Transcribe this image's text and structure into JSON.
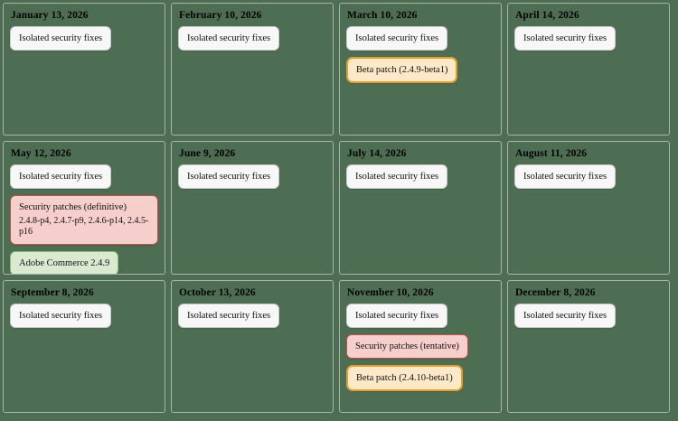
{
  "calendar": {
    "months": [
      {
        "date": "January 13, 2026",
        "badges": [
          {
            "kind": "neutral",
            "label": "Isolated security fixes"
          }
        ]
      },
      {
        "date": "February 10, 2026",
        "badges": [
          {
            "kind": "neutral",
            "label": "Isolated security fixes"
          }
        ]
      },
      {
        "date": "March 10, 2026",
        "badges": [
          {
            "kind": "neutral",
            "label": "Isolated security fixes"
          },
          {
            "kind": "beta",
            "label": "Beta patch (2.4.9-beta1)"
          }
        ]
      },
      {
        "date": "April 14, 2026",
        "badges": [
          {
            "kind": "neutral",
            "label": "Isolated security fixes"
          }
        ]
      },
      {
        "date": "May 12, 2026",
        "badges": [
          {
            "kind": "neutral",
            "label": "Isolated security fixes"
          },
          {
            "kind": "security",
            "label": "Security patches (definitive)",
            "versions": "2.4.8-p4, 2.4.7-p9, 2.4.6-p14, 2.4.5-p16"
          },
          {
            "kind": "release",
            "label": "Adobe Commerce 2.4.9"
          }
        ]
      },
      {
        "date": "June 9, 2026",
        "badges": [
          {
            "kind": "neutral",
            "label": "Isolated security fixes"
          }
        ]
      },
      {
        "date": "July 14, 2026",
        "badges": [
          {
            "kind": "neutral",
            "label": "Isolated security fixes"
          }
        ]
      },
      {
        "date": "August 11, 2026",
        "badges": [
          {
            "kind": "neutral",
            "label": "Isolated security fixes"
          }
        ]
      },
      {
        "date": "September 8, 2026",
        "badges": [
          {
            "kind": "neutral",
            "label": "Isolated security fixes"
          }
        ]
      },
      {
        "date": "October 13, 2026",
        "badges": [
          {
            "kind": "neutral",
            "label": "Isolated security fixes"
          }
        ]
      },
      {
        "date": "November 10, 2026",
        "badges": [
          {
            "kind": "neutral",
            "label": "Isolated security fixes"
          },
          {
            "kind": "security",
            "label": "Security patches (tentative)"
          },
          {
            "kind": "beta",
            "label": "Beta patch (2.4.10-beta1)"
          }
        ]
      },
      {
        "date": "December 8, 2026",
        "badges": [
          {
            "kind": "neutral",
            "label": "Isolated security fixes"
          }
        ]
      }
    ]
  },
  "colors": {
    "background": "#4e6e53",
    "card_border": "#a8b5a8",
    "neutral_badge_bg": "#f7f7f7",
    "neutral_badge_border": "#c9c9c9",
    "beta_badge_bg": "#fde9c8",
    "beta_badge_border": "#e0a030",
    "security_badge_bg": "#f6cfcd",
    "security_badge_border": "#c0504d",
    "release_badge_bg": "#d9ead0",
    "release_badge_border": "#8fbc6d",
    "date_text": "#000000"
  }
}
